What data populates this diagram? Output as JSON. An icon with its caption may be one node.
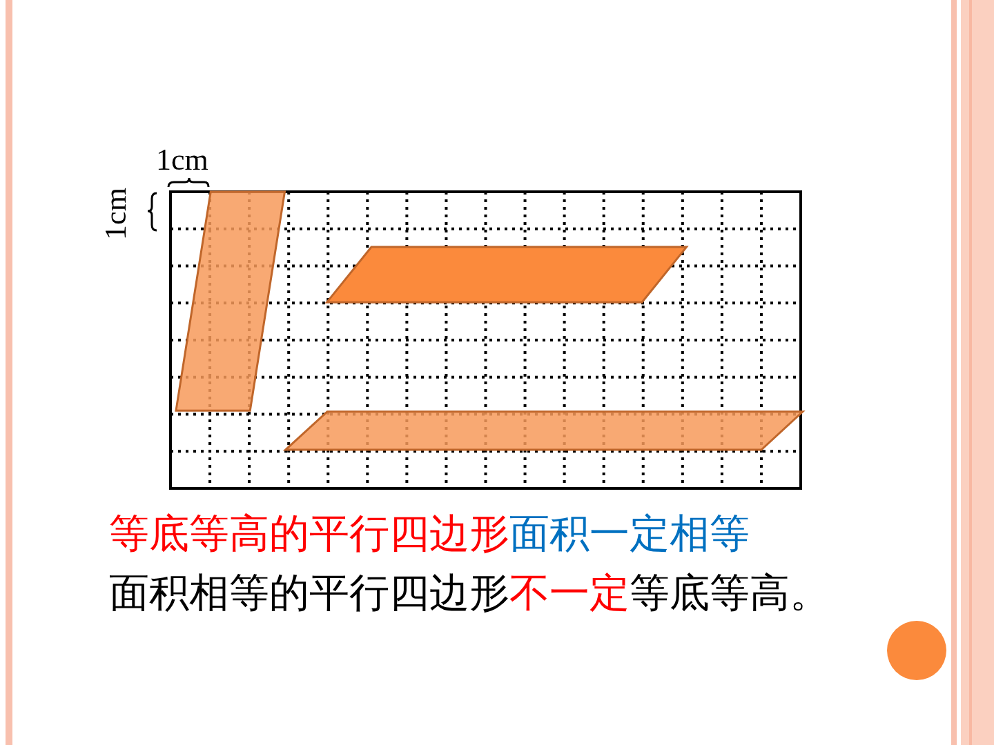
{
  "diagram": {
    "labels": [
      "1cm",
      "1cm",
      "等底等高的平行四边形",
      "面积一定相等",
      "面积相等的平行四边形",
      "不一定",
      "等底等高。"
    ]
  }
}
